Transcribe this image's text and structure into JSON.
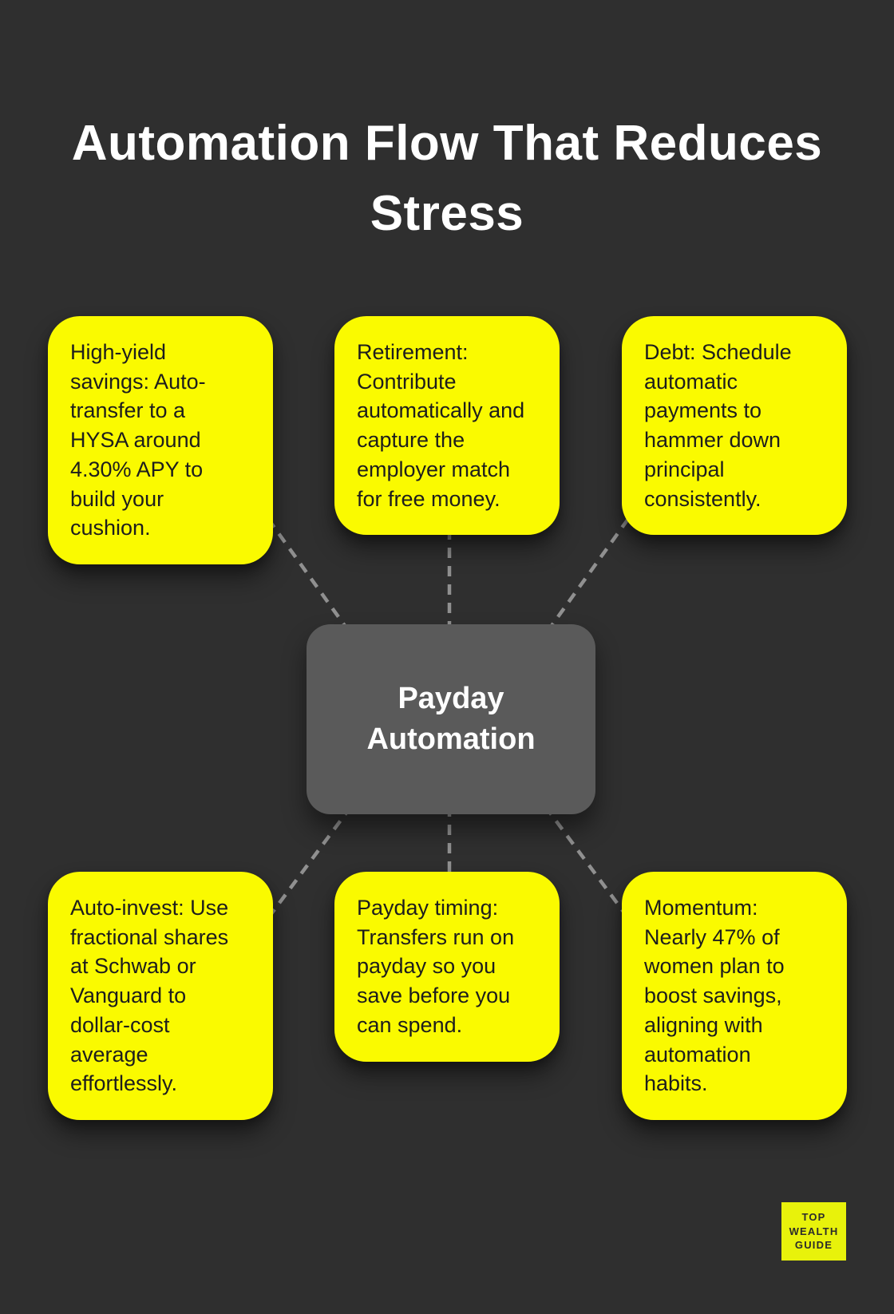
{
  "title": "Automation Flow That Reduces Stress",
  "center_node": {
    "label": "Payday Automation"
  },
  "nodes": [
    {
      "id": "high-yield-savings",
      "position": "top-left",
      "text": "High-yield savings: Auto-transfer to a HYSA around 4.30% APY to build your cushion."
    },
    {
      "id": "retirement",
      "position": "top-center",
      "text": "Retirement: Contribute automatically and capture the employer match for free money."
    },
    {
      "id": "debt",
      "position": "top-right",
      "text": "Debt: Schedule automatic payments to hammer down principal consistently."
    },
    {
      "id": "auto-invest",
      "position": "bottom-left",
      "text": "Auto-invest: Use fractional shares at Schwab or Vanguard to dollar-cost average effortlessly."
    },
    {
      "id": "payday-timing",
      "position": "bottom-center",
      "text": "Payday timing: Transfers run on payday so you save before you can spend."
    },
    {
      "id": "momentum",
      "position": "bottom-right",
      "text": "Momentum: Nearly 47% of women plan to boost savings, aligning with automation habits."
    }
  ],
  "logo": {
    "lines": [
      "TOP",
      "WEALTH",
      "GUIDE"
    ]
  },
  "colors": {
    "background": "#2f2f2f",
    "title_text": "#ffffff",
    "node_fill": "#FAFA00",
    "node_text": "#1d1d1d",
    "center_fill": "#5a5a5a",
    "center_text": "#ffffff",
    "connector": "#909090",
    "logo_fill": "#E8F20B",
    "logo_text": "#2b2b2b"
  }
}
